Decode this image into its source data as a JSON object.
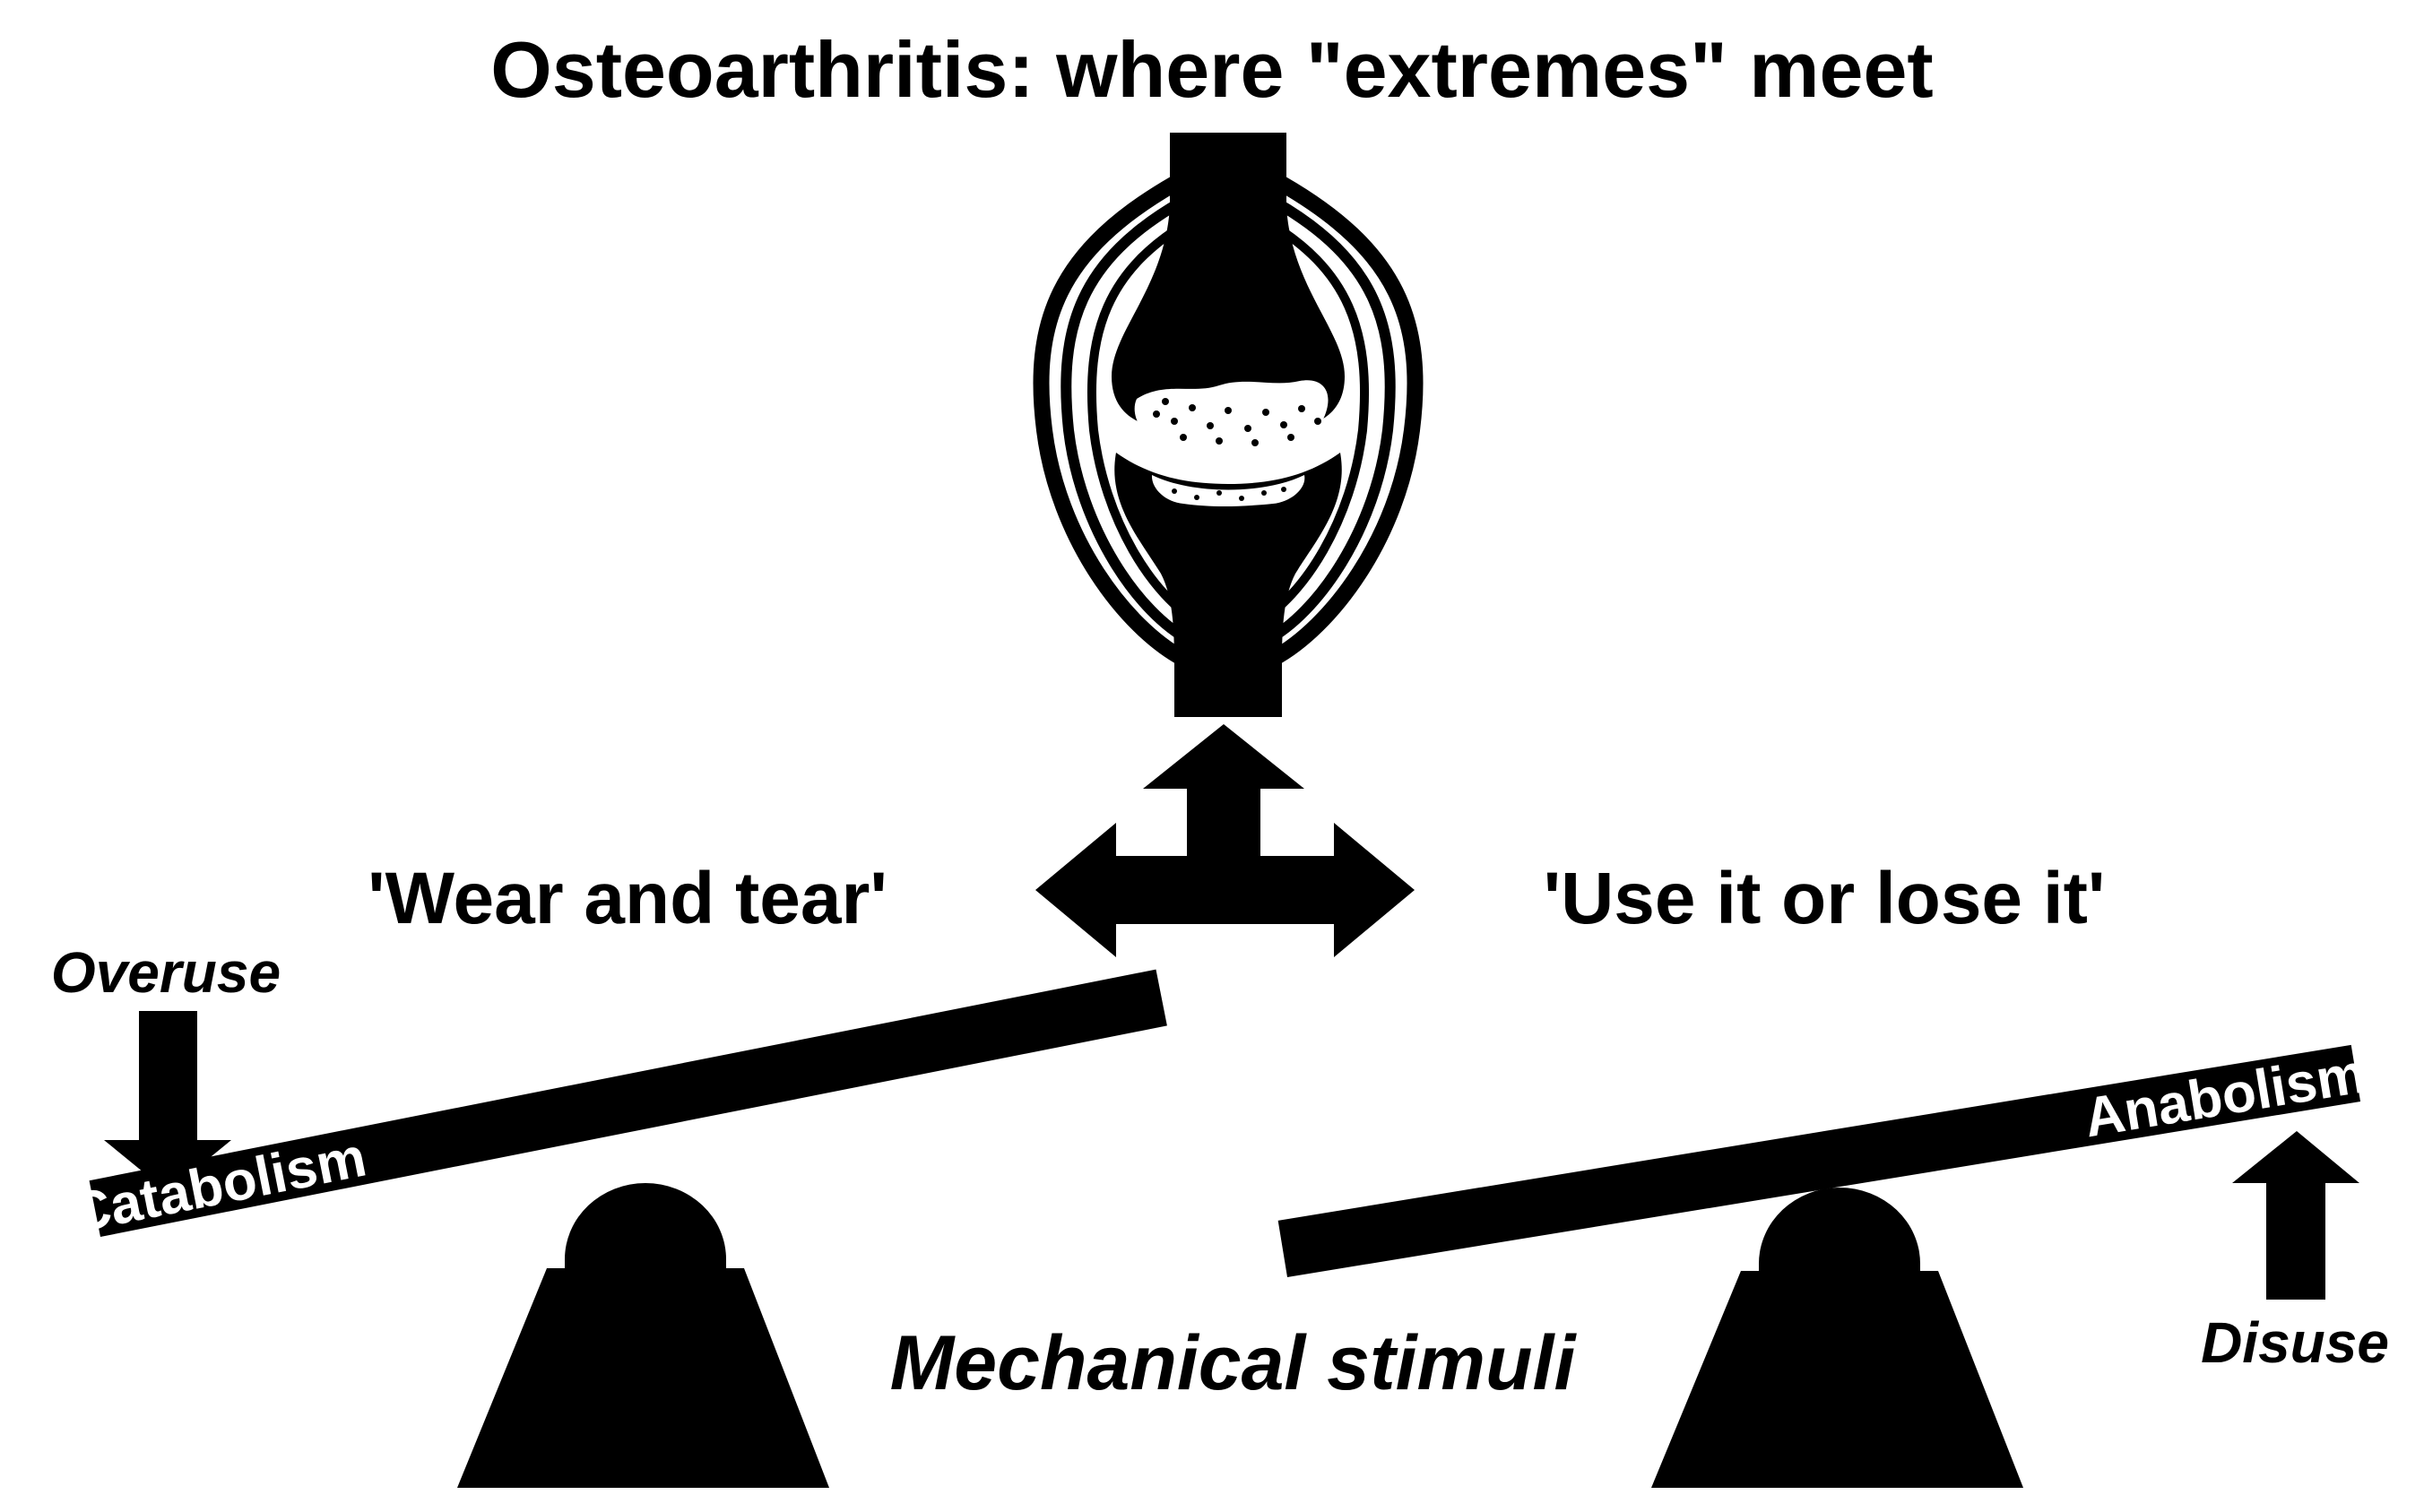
{
  "title": "Osteoarthritis: where \"extremes\" meet",
  "left_concept": "'Wear and tear'",
  "right_concept": "'Use it or lose it'",
  "center_label": "Mechanical stimuli",
  "left_scale": {
    "arrow_label": "Overuse",
    "beam_label": "Catabolism"
  },
  "right_scale": {
    "arrow_label": "Disuse",
    "beam_label": "Anabolism"
  },
  "colors": {
    "ink": "#000000",
    "background": "#ffffff"
  },
  "icons": {
    "joint": "synovial-joint-icon",
    "arrows": "three-way-arrow-icon",
    "fulcrum": "fulcrum-icon",
    "down_arrow": "arrow-down-icon",
    "up_arrow": "arrow-up-icon"
  }
}
